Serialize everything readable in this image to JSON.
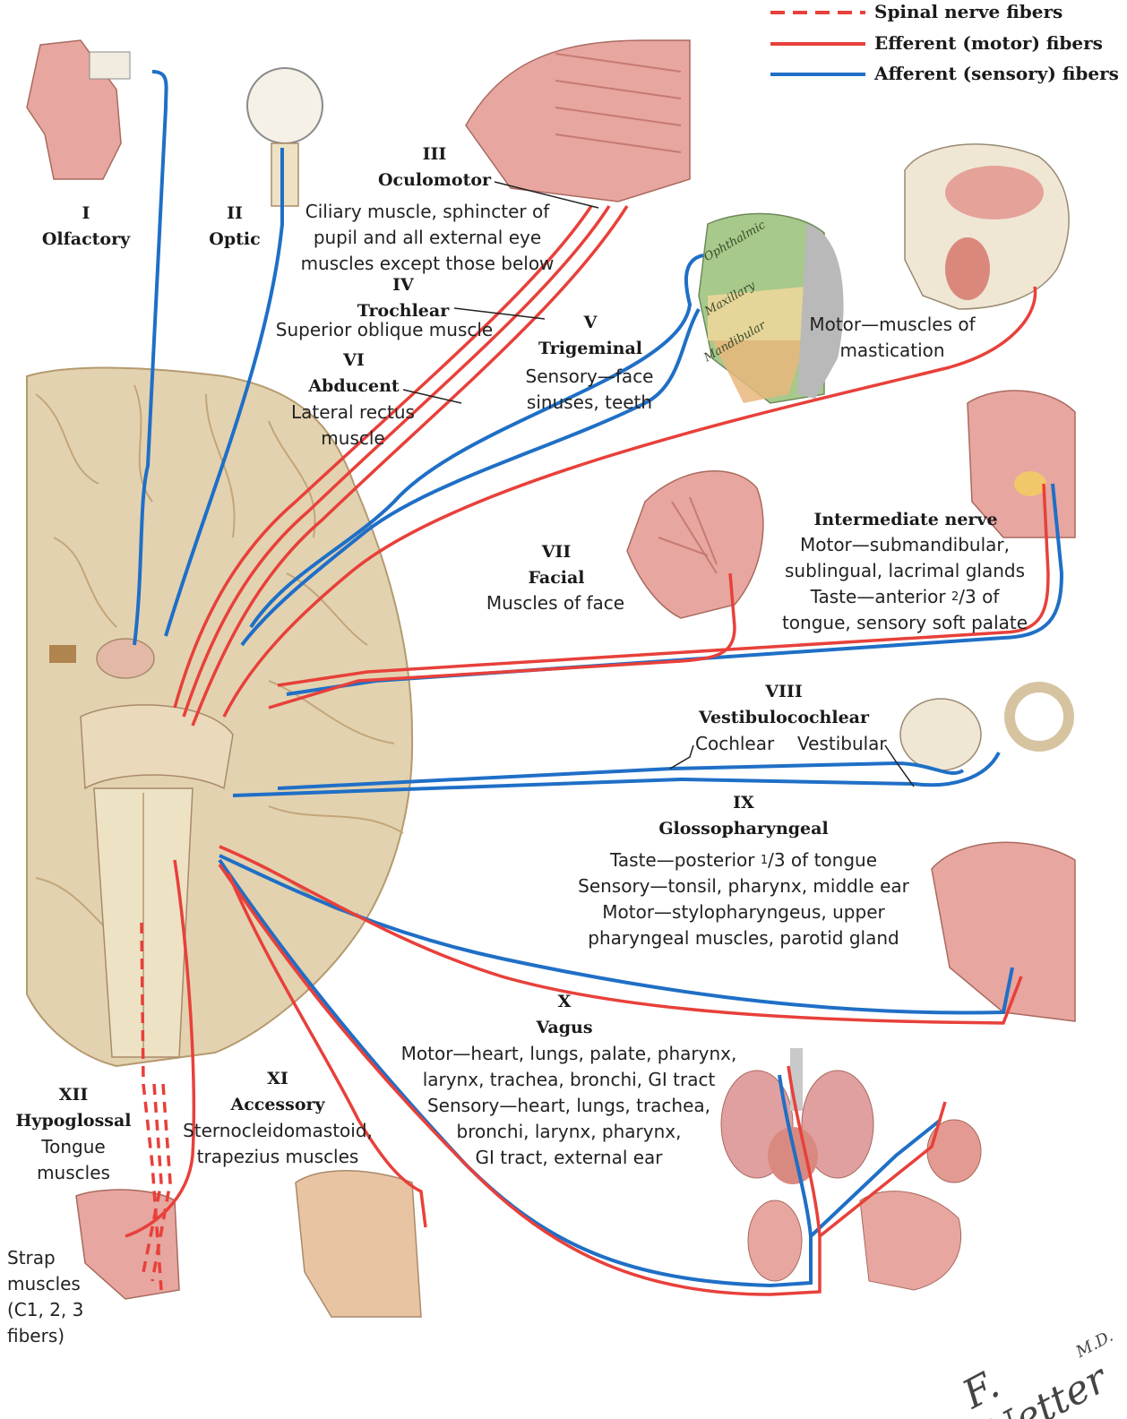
{
  "legend": [
    {
      "label": "Spinal nerve fibers",
      "color": "#e8403a",
      "style": "dashed"
    },
    {
      "label": "Efferent (motor) fibers",
      "color": "#e8403a",
      "style": "solid"
    },
    {
      "label": "Afferent (sensory) fibers",
      "color": "#1f6fc6",
      "style": "solid"
    }
  ],
  "colors": {
    "efferent": "#e8403a",
    "afferent": "#1f6fc6",
    "brain": "#e3d2b0",
    "brainstem": "#eee2c5",
    "tissue": "#e7a6a0"
  },
  "nerves": {
    "n1": {
      "num": "I",
      "name": "Olfactory"
    },
    "n2": {
      "num": "II",
      "name": "Optic"
    },
    "n3": {
      "num": "III",
      "name": "Oculomotor",
      "lines": [
        "Ciliary muscle, sphincter of",
        "pupil and all external eye",
        "muscles except those below"
      ]
    },
    "n4": {
      "num": "IV",
      "name": "Trochlear",
      "lines": [
        "Superior oblique muscle"
      ]
    },
    "n5": {
      "num": "V",
      "name": "Trigeminal",
      "lines": [
        "Sensory—face",
        "sinuses, teeth"
      ]
    },
    "n5motor": {
      "lines": [
        "Motor—muscles of",
        "mastication"
      ]
    },
    "n5regions": {
      "r1": "Ophthalmic",
      "r2": "Maxillary",
      "r3": "Mandibular"
    },
    "n6": {
      "num": "VI",
      "name": "Abducent",
      "lines": [
        "Lateral rectus",
        "muscle"
      ]
    },
    "n7": {
      "num": "VII",
      "name": "Facial",
      "lines": [
        "Muscles of face"
      ]
    },
    "inter": {
      "name": "Intermediate nerve",
      "l1": "Motor—submandibular,",
      "l2": "sublingual, lacrimal glands",
      "l3a": "Taste—anterior ",
      "l3num": "2",
      "l3b": "/3 of",
      "l4": "tongue, sensory soft palate"
    },
    "n8": {
      "num": "VIII",
      "name": "Vestibulocochlear",
      "cochlear": "Cochlear",
      "vestibular": "Vestibular"
    },
    "n9": {
      "num": "IX",
      "name": "Glossopharyngeal",
      "l1a": "Taste—posterior ",
      "l1num": "1",
      "l1b": "/3 of tongue",
      "l2": "Sensory—tonsil, pharynx, middle ear",
      "l3": "Motor—stylopharyngeus, upper",
      "l4": "pharyngeal muscles, parotid gland"
    },
    "n10": {
      "num": "X",
      "name": "Vagus",
      "lines": [
        "Motor—heart, lungs, palate, pharynx,",
        "larynx, trachea, bronchi, GI tract",
        "Sensory—heart, lungs, trachea,",
        "bronchi, larynx, pharynx,",
        "GI tract, external ear"
      ]
    },
    "n11": {
      "num": "XI",
      "name": "Accessory",
      "lines": [
        "Sternocleidomastoid,",
        "trapezius muscles"
      ]
    },
    "n12": {
      "num": "XII",
      "name": "Hypoglossal",
      "lines": [
        "Tongue",
        "muscles"
      ]
    }
  },
  "strap": {
    "lines": [
      "Strap",
      "muscles",
      "(C1, 2, 3",
      "fibers)"
    ]
  },
  "signature": {
    "name": "F. Netter",
    "suffix": "M.D."
  }
}
